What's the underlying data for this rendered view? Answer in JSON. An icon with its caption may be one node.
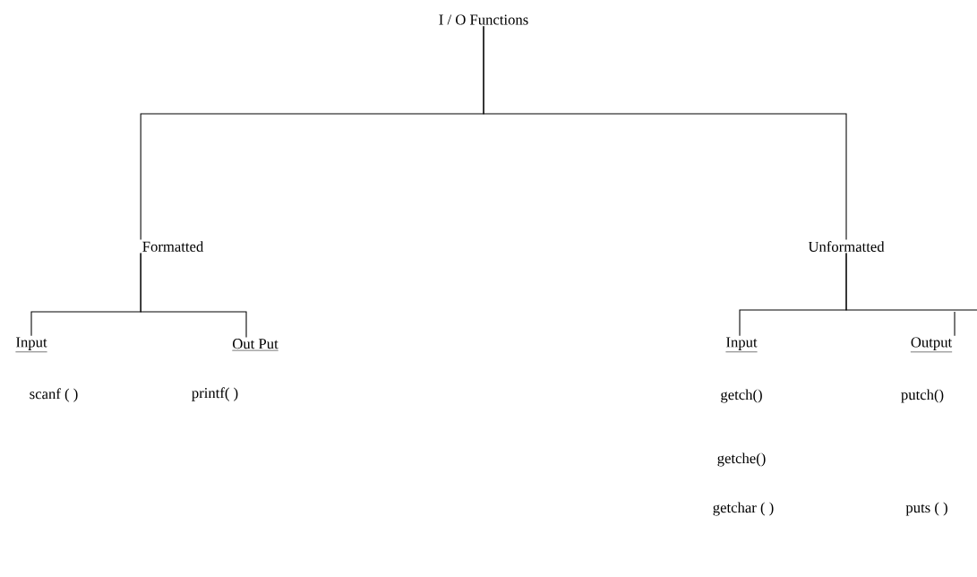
{
  "diagram": {
    "nodes": [
      {
        "text": [
          "I / O Functions"
        ]
      },
      {
        "text": [
          "Formatted"
        ]
      },
      {
        "text": [
          "Unformatted"
        ]
      },
      {
        "text": [
          "Input"
        ]
      },
      {
        "text": [
          "Out Put"
        ]
      },
      {
        "text": [
          "Input"
        ]
      },
      {
        "text": [
          "Output"
        ]
      }
    ],
    "edges": [
      {
        "from": 0,
        "to": 1,
        "arrow": "none"
      },
      {
        "from": 0,
        "to": 2,
        "arrow": "none"
      },
      {
        "from": 1,
        "to": 3,
        "arrow": "none"
      },
      {
        "from": 1,
        "to": 4,
        "arrow": "none"
      },
      {
        "from": 2,
        "to": 5,
        "arrow": "none"
      },
      {
        "from": 2,
        "to": 6,
        "arrow": "none"
      }
    ],
    "labels": [
      "scanf ( )",
      "printf( )",
      "getch()",
      "putch()",
      "getche()",
      "getchar ( )",
      "puts ( )"
    ]
  }
}
